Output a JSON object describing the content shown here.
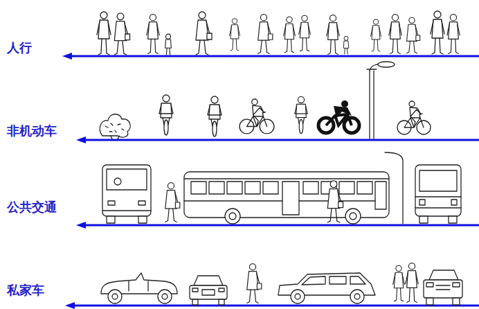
{
  "diagram": {
    "labels": [
      "人行",
      "非机动车",
      "公共交通",
      "私家车"
    ]
  }
}
